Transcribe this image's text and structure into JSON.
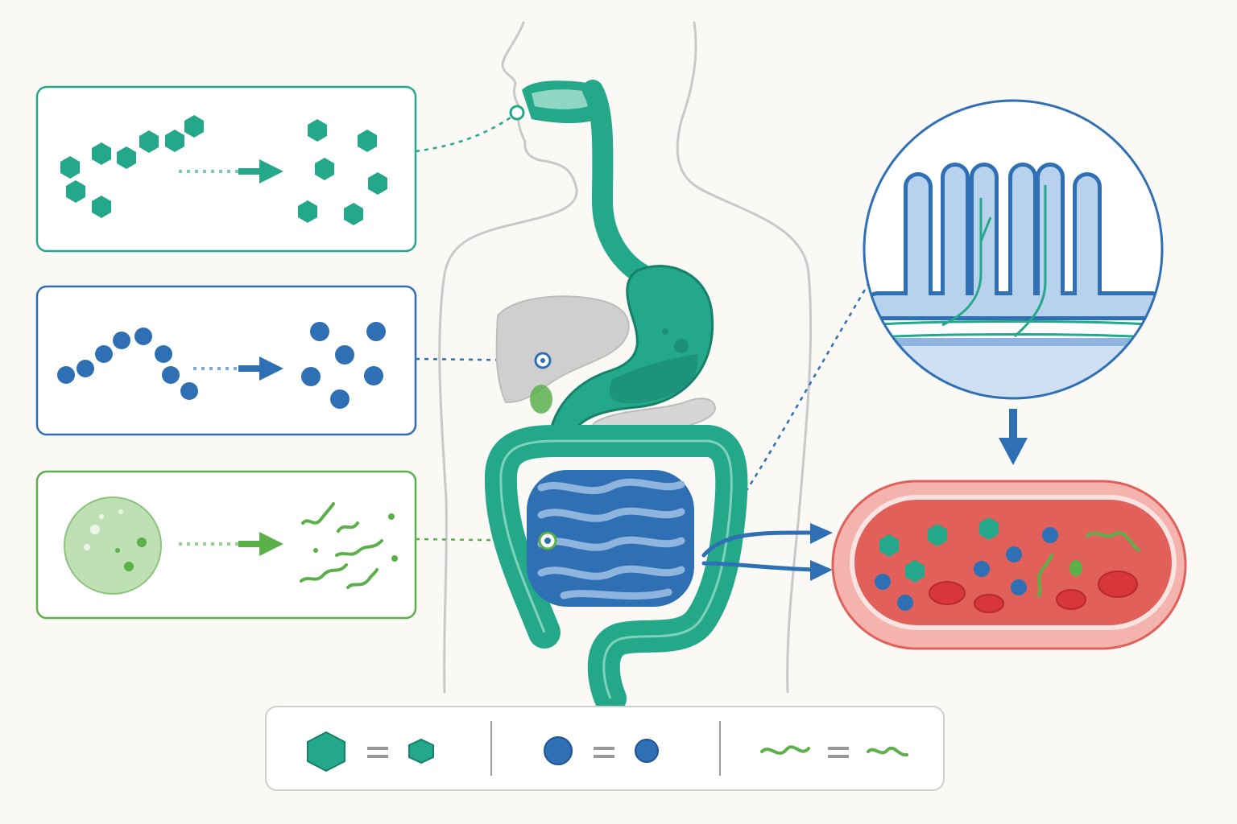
{
  "palette": {
    "background": "#faf9f5",
    "teal": "#23a88a",
    "teal_dark": "#17806a",
    "blue": "#2f6fb4",
    "blue_light": "#8fb4de",
    "green": "#5bb04a",
    "green_light": "#bfe0b4",
    "gray_organ": "#cfcfcf",
    "vessel_outer": "#f4b3ad",
    "vessel_inner": "#e2605a",
    "red_cell": "#d8363a",
    "body_outline": "#c9c9c9"
  },
  "panels": [
    {
      "id": "carbohydrates",
      "color": "teal",
      "chain_shape": "hexagon",
      "product_shape": "hexagon",
      "connects_to": "mouth"
    },
    {
      "id": "proteins",
      "color": "blue",
      "chain_shape": "circle",
      "product_shape": "circle",
      "connects_to": "stomach"
    },
    {
      "id": "fats",
      "color": "green",
      "chain_shape": "droplet",
      "product_shape": "squiggle",
      "connects_to": "small-intestine"
    }
  ],
  "insets": {
    "villi": {
      "icon": "intestinal-villi-cross-section"
    },
    "blood_vessel": {
      "icon": "blood-vessel-with-nutrients"
    }
  },
  "legend": [
    {
      "icon": "hexagon",
      "color": "teal",
      "relation": "="
    },
    {
      "icon": "circle",
      "color": "blue",
      "relation": "="
    },
    {
      "icon": "squiggle",
      "color": "green",
      "relation": "="
    }
  ]
}
